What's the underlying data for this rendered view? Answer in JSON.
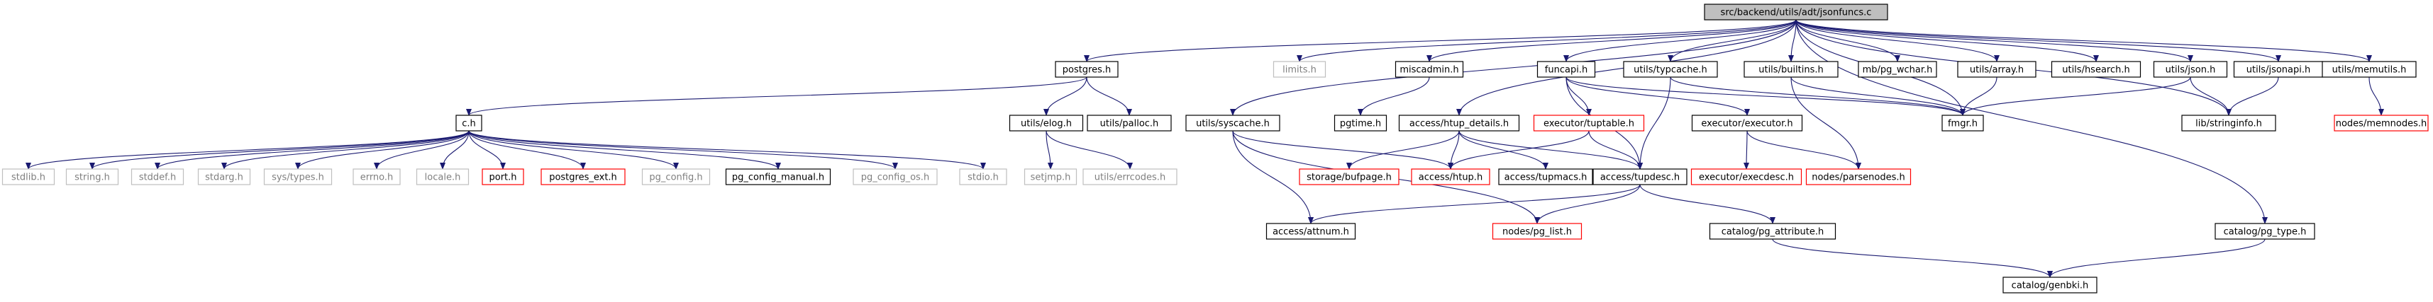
{
  "graph": {
    "root": "src/backend/utils/adt/jsonfuncs.c",
    "colors": {
      "edge": "#191970",
      "node_fill": "#ffffff",
      "normal_border": "#000000",
      "missing_border": "#ff0000",
      "system_border": "#bfbfbf",
      "system_text": "#7f7f7f",
      "root_fill": "#bfbfbf",
      "text": "#000000"
    },
    "legend_kinds": [
      "root",
      "normal",
      "missing",
      "system"
    ],
    "nodes": [
      {
        "id": "root",
        "label": "src/backend/utils/adt/jsonfuncs.c",
        "kind": "root"
      },
      {
        "id": "postgres",
        "label": "postgres.h",
        "kind": "normal"
      },
      {
        "id": "limits",
        "label": "limits.h",
        "kind": "system"
      },
      {
        "id": "miscadmin",
        "label": "miscadmin.h",
        "kind": "normal"
      },
      {
        "id": "funcapi",
        "label": "funcapi.h",
        "kind": "normal"
      },
      {
        "id": "typcache",
        "label": "utils/typcache.h",
        "kind": "normal"
      },
      {
        "id": "builtins",
        "label": "utils/builtins.h",
        "kind": "normal"
      },
      {
        "id": "pgwchar",
        "label": "mb/pg_wchar.h",
        "kind": "normal"
      },
      {
        "id": "array",
        "label": "utils/array.h",
        "kind": "normal"
      },
      {
        "id": "hsearch",
        "label": "utils/hsearch.h",
        "kind": "normal"
      },
      {
        "id": "json",
        "label": "utils/json.h",
        "kind": "normal"
      },
      {
        "id": "jsonapi",
        "label": "utils/jsonapi.h",
        "kind": "normal"
      },
      {
        "id": "memutils",
        "label": "utils/memutils.h",
        "kind": "normal"
      },
      {
        "id": "c",
        "label": "c.h",
        "kind": "normal"
      },
      {
        "id": "elog",
        "label": "utils/elog.h",
        "kind": "normal"
      },
      {
        "id": "palloc",
        "label": "utils/palloc.h",
        "kind": "normal"
      },
      {
        "id": "syscache",
        "label": "utils/syscache.h",
        "kind": "normal"
      },
      {
        "id": "pgtime",
        "label": "pgtime.h",
        "kind": "normal"
      },
      {
        "id": "htupdetails",
        "label": "access/htup_details.h",
        "kind": "normal"
      },
      {
        "id": "tuptable",
        "label": "executor/tuptable.h",
        "kind": "missing"
      },
      {
        "id": "executor",
        "label": "executor/executor.h",
        "kind": "normal"
      },
      {
        "id": "fmgr",
        "label": "fmgr.h",
        "kind": "normal"
      },
      {
        "id": "stringinfo",
        "label": "lib/stringinfo.h",
        "kind": "normal"
      },
      {
        "id": "memnodes",
        "label": "nodes/memnodes.h",
        "kind": "missing"
      },
      {
        "id": "stdlib",
        "label": "stdlib.h",
        "kind": "system"
      },
      {
        "id": "string",
        "label": "string.h",
        "kind": "system"
      },
      {
        "id": "stddef",
        "label": "stddef.h",
        "kind": "system"
      },
      {
        "id": "stdarg",
        "label": "stdarg.h",
        "kind": "system"
      },
      {
        "id": "systypes",
        "label": "sys/types.h",
        "kind": "system"
      },
      {
        "id": "errno",
        "label": "errno.h",
        "kind": "system"
      },
      {
        "id": "locale",
        "label": "locale.h",
        "kind": "system"
      },
      {
        "id": "port",
        "label": "port.h",
        "kind": "missing"
      },
      {
        "id": "postgresext",
        "label": "postgres_ext.h",
        "kind": "missing"
      },
      {
        "id": "pgconfig",
        "label": "pg_config.h",
        "kind": "system"
      },
      {
        "id": "pgconfigmanual",
        "label": "pg_config_manual.h",
        "kind": "normal"
      },
      {
        "id": "pgconfigos",
        "label": "pg_config_os.h",
        "kind": "system"
      },
      {
        "id": "stdio",
        "label": "stdio.h",
        "kind": "system"
      },
      {
        "id": "setjmp",
        "label": "setjmp.h",
        "kind": "system"
      },
      {
        "id": "errcodes",
        "label": "utils/errcodes.h",
        "kind": "system"
      },
      {
        "id": "bufpage",
        "label": "storage/bufpage.h",
        "kind": "missing"
      },
      {
        "id": "htup",
        "label": "access/htup.h",
        "kind": "missing"
      },
      {
        "id": "tupmacs",
        "label": "access/tupmacs.h",
        "kind": "normal"
      },
      {
        "id": "tupdesc",
        "label": "access/tupdesc.h",
        "kind": "normal"
      },
      {
        "id": "execdesc",
        "label": "executor/execdesc.h",
        "kind": "missing"
      },
      {
        "id": "parsenodes",
        "label": "nodes/parsenodes.h",
        "kind": "missing"
      },
      {
        "id": "attnum",
        "label": "access/attnum.h",
        "kind": "normal"
      },
      {
        "id": "pglist",
        "label": "nodes/pg_list.h",
        "kind": "missing"
      },
      {
        "id": "pgattribute",
        "label": "catalog/pg_attribute.h",
        "kind": "normal"
      },
      {
        "id": "pgtype",
        "label": "catalog/pg_type.h",
        "kind": "normal"
      },
      {
        "id": "genbki",
        "label": "catalog/genbki.h",
        "kind": "normal"
      }
    ],
    "edges": [
      [
        "root",
        "postgres"
      ],
      [
        "root",
        "limits"
      ],
      [
        "root",
        "miscadmin"
      ],
      [
        "root",
        "funcapi"
      ],
      [
        "root",
        "typcache"
      ],
      [
        "root",
        "builtins"
      ],
      [
        "root",
        "pgwchar"
      ],
      [
        "root",
        "array"
      ],
      [
        "root",
        "hsearch"
      ],
      [
        "root",
        "json"
      ],
      [
        "root",
        "jsonapi"
      ],
      [
        "root",
        "memutils"
      ],
      [
        "root",
        "syscache"
      ],
      [
        "root",
        "htupdetails"
      ],
      [
        "root",
        "fmgr"
      ],
      [
        "root",
        "stringinfo"
      ],
      [
        "root",
        "pgtype"
      ],
      [
        "postgres",
        "c"
      ],
      [
        "postgres",
        "elog"
      ],
      [
        "postgres",
        "palloc"
      ],
      [
        "c",
        "stdlib"
      ],
      [
        "c",
        "string"
      ],
      [
        "c",
        "stddef"
      ],
      [
        "c",
        "stdarg"
      ],
      [
        "c",
        "systypes"
      ],
      [
        "c",
        "errno"
      ],
      [
        "c",
        "locale"
      ],
      [
        "c",
        "port"
      ],
      [
        "c",
        "postgresext"
      ],
      [
        "c",
        "pgconfig"
      ],
      [
        "c",
        "pgconfigmanual"
      ],
      [
        "c",
        "pgconfigos"
      ],
      [
        "c",
        "stdio"
      ],
      [
        "elog",
        "setjmp"
      ],
      [
        "elog",
        "errcodes"
      ],
      [
        "miscadmin",
        "pgtime"
      ],
      [
        "syscache",
        "attnum"
      ],
      [
        "syscache",
        "htup"
      ],
      [
        "syscache",
        "pglist"
      ],
      [
        "htupdetails",
        "bufpage"
      ],
      [
        "htupdetails",
        "htup"
      ],
      [
        "htupdetails",
        "tupmacs"
      ],
      [
        "htupdetails",
        "tupdesc"
      ],
      [
        "funcapi",
        "tuptable"
      ],
      [
        "funcapi",
        "executor"
      ],
      [
        "funcapi",
        "fmgr"
      ],
      [
        "funcapi",
        "tupdesc"
      ],
      [
        "tuptable",
        "htup"
      ],
      [
        "tuptable",
        "tupdesc"
      ],
      [
        "executor",
        "execdesc"
      ],
      [
        "executor",
        "parsenodes"
      ],
      [
        "typcache",
        "tupdesc"
      ],
      [
        "typcache",
        "fmgr"
      ],
      [
        "builtins",
        "fmgr"
      ],
      [
        "builtins",
        "parsenodes"
      ],
      [
        "array",
        "fmgr"
      ],
      [
        "json",
        "fmgr"
      ],
      [
        "json",
        "stringinfo"
      ],
      [
        "jsonapi",
        "stringinfo"
      ],
      [
        "memutils",
        "memnodes"
      ],
      [
        "tupdesc",
        "attnum"
      ],
      [
        "tupdesc",
        "pglist"
      ],
      [
        "tupdesc",
        "pgattribute"
      ],
      [
        "pgattribute",
        "genbki"
      ],
      [
        "pgtype",
        "genbki"
      ]
    ]
  }
}
